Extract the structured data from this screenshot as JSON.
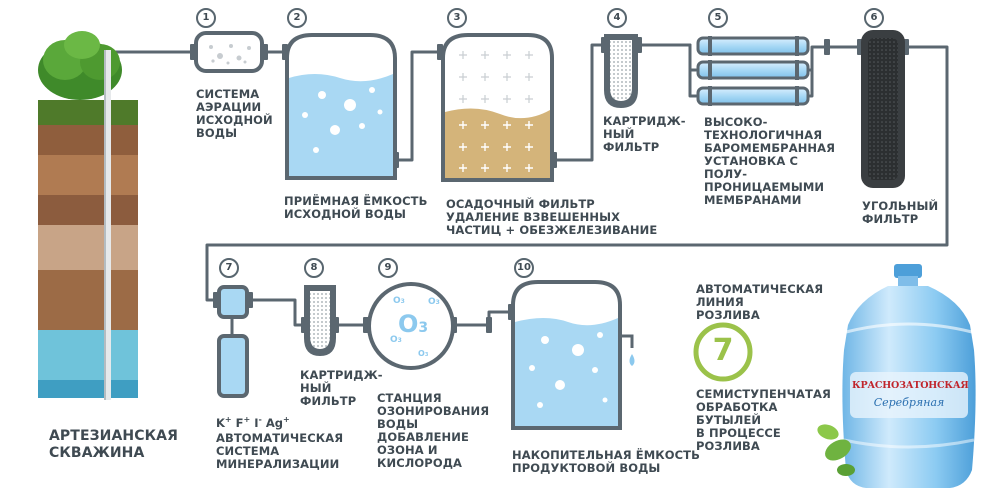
{
  "well": {
    "label": "АРТЕЗИАНСКАЯ\nСКВАЖИНА"
  },
  "steps": [
    {
      "num": "1",
      "label": "СИСТЕМА\nАЭРАЦИИ\nИСХОДНОЙ\nВОДЫ"
    },
    {
      "num": "2",
      "label": "ПРИЁМНАЯ ЁМКОСТЬ\nИСХОДНОЙ ВОДЫ"
    },
    {
      "num": "3",
      "label": "ОСАДОЧНЫЙ ФИЛЬТР\nУДАЛЕНИЕ ВЗВЕШЕННЫХ\nЧАСТИЦ + ОБЕЗЖЕЛЕЗИВАНИЕ"
    },
    {
      "num": "4",
      "label": "КАРТРИДЖ-\nНЫЙ\nФИЛЬТР"
    },
    {
      "num": "5",
      "label": "ВЫСОКО-\nТЕХНОЛОГИЧНАЯ\nБАРОМЕМБРАННАЯ\nУСТАНОВКА С\nПОЛУ-\nПРОНИЦАЕМЫМИ\nМЕМБРАНАМИ"
    },
    {
      "num": "6",
      "label": "УГОЛЬНЫЙ\nФИЛЬТР"
    },
    {
      "num": "7",
      "label": "АВТОМАТИЧЕСКАЯ\nСИСТЕМА\nМИНЕРАЛИЗАЦИИ"
    },
    {
      "num": "8",
      "label": "КАРТРИДЖ-\nНЫЙ\nФИЛЬТР"
    },
    {
      "num": "9",
      "label": "СТАНЦИЯ\nОЗОНИРОВАНИЯ\nВОДЫ\nДОБАВЛЕНИЕ\nОЗОНА И\nКИСЛОРОДА"
    },
    {
      "num": "10",
      "label": "НАКОПИТЕЛЬНАЯ ЁМКОСТЬ\nПРОДУКТОВОЙ ВОДЫ"
    }
  ],
  "ions": {
    "k": "K",
    "f": "F",
    "i": "I",
    "ag": "Ag",
    "plus": "+",
    "minus": "-"
  },
  "ozone": {
    "o3": "O",
    "sub": "3"
  },
  "bottling": {
    "label": "АВТОМАТИЧЕСКАЯ\nЛИНИЯ\nРОЗЛИВА"
  },
  "seven": {
    "number": "7",
    "label": "СЕМИСТУПЕНЧАТАЯ\nОБРАБОТКА\nБУТЫЛЕЙ\nВ ПРОЦЕССЕ\nРОЗЛИВА"
  },
  "bottle": {
    "brand": "КРАСНОЗАТОНСКАЯ",
    "sub": "Серебряная"
  },
  "colors": {
    "pipe": "#5b6770",
    "water": "#a9d8f3",
    "sand": "#d4b47a",
    "label": "#3f4a52",
    "green": "#9bc24a"
  }
}
